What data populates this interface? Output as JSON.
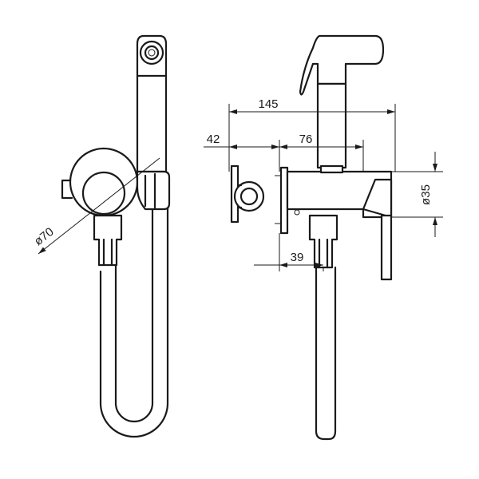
{
  "drawing": {
    "labels": {
      "diameter_70": "ø70",
      "width_145": "145",
      "offset_42": "42",
      "length_76": "76",
      "diameter_35": "ø35",
      "offset_39": "39"
    },
    "line_color": "#1a1a1a",
    "background": "#ffffff"
  }
}
